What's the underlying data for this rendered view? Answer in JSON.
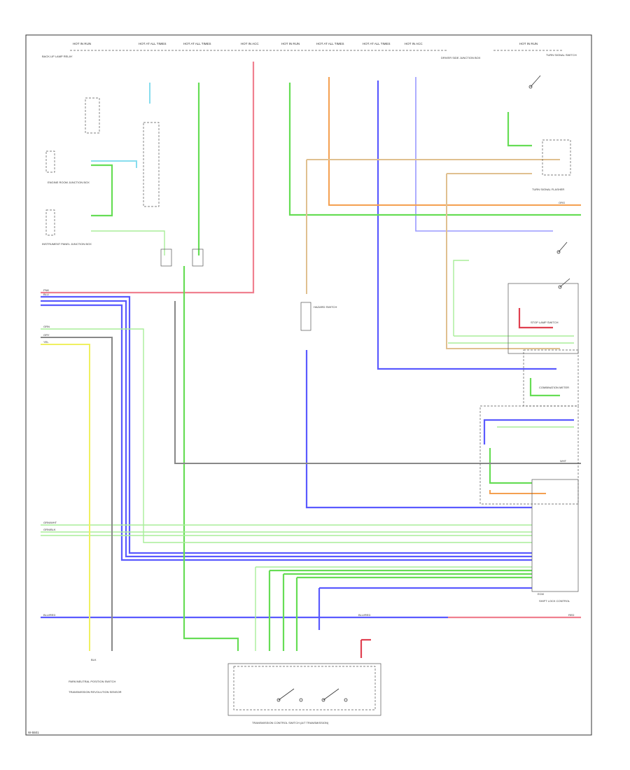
{
  "diagram": {
    "page_code": "W-5501",
    "colors": {
      "red": "#f08090",
      "blue": "#5a5aff",
      "green": "#66dd55",
      "lightgreen": "#a8ee99",
      "orange": "#f4a050",
      "tan": "#e0c090",
      "yellow": "#f0f060",
      "gray": "#888888",
      "cyan": "#88ddee",
      "lavender": "#9999ff",
      "pink": "#f4a0a0"
    },
    "top_labels": [
      "HOT IN RUN",
      "HOT AT ALL TIMES",
      "HOT AT ALL TIMES",
      "HOT IN ACC",
      "HOT IN RUN",
      "HOT AT ALL TIMES",
      "HOT AT ALL TIMES",
      "HOT IN ACC",
      "HOT IN RUN"
    ],
    "components": {
      "backup_lamp_relay": "BACK-UP LAMP RELAY",
      "engine_room_jb": "ENGINE ROOM JUNCTION BOX",
      "instrument_panel_jb": "INSTRUMENT PANEL JUNCTION BOX",
      "driver_side_jb": "DRIVER SIDE JUNCTION BOX",
      "hazard_switch": "HAZARD SWITCH",
      "pnp_switch": "PARK/NEUTRAL POSITION SWITCH",
      "combination_meter": "COMBINATION METER",
      "ecm": "ECM",
      "turn_signal_flasher": "TURN SIGNAL FLASHER",
      "turn_signal_switch": "TURN SIGNAL SWITCH",
      "stop_lamp_switch": "STOP LAMP SWITCH",
      "shift_lock": "SHIFT LOCK CONTROL",
      "transmission_ctrl": "TRANSMISSION CONTROL SWITCH (A/T TRANSMISSION)",
      "transmission_unit": "TRANSMISSION REVOLUTION SENSOR"
    },
    "wire_labels": {
      "pink": "PNK",
      "blue": "BLU",
      "green": "GRN",
      "gray": "GRY",
      "yellow": "YEL",
      "blu_red": "BLU/RED",
      "grn_wht": "GRN/WHT",
      "grn_blk": "GRN/BLK",
      "wht": "WHT",
      "org": "ORG",
      "red": "RED",
      "blk": "BLK"
    }
  }
}
